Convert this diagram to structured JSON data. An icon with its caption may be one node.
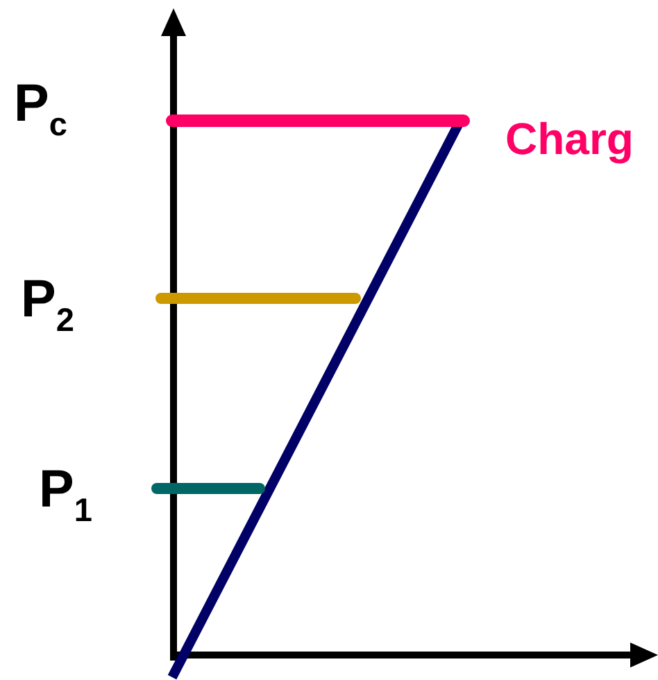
{
  "diagram": {
    "labels": [
      "P$_{c}$",
      "Charg",
      "P$_{2}$",
      "P$_{1}$"
    ]
  }
}
